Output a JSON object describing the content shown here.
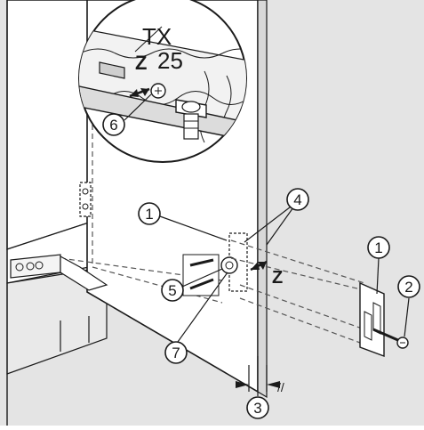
{
  "colors": {
    "background_gray": "#e4e4e4",
    "cabinet_white": "#ffffff",
    "outline": "#1a1a1a",
    "dashed": "#555555"
  },
  "detail_inset": {
    "tool_label_line1": "TX",
    "tool_label_line2": "25",
    "axis_letter": "Z",
    "callout": "6"
  },
  "axis_letter_main": "Z",
  "callouts": [
    {
      "id": "1",
      "label": "1"
    },
    {
      "id": "1b",
      "label": "1"
    },
    {
      "id": "2",
      "label": "2"
    },
    {
      "id": "3",
      "label": "3"
    },
    {
      "id": "4",
      "label": "4"
    },
    {
      "id": "5",
      "label": "5"
    },
    {
      "id": "7",
      "label": "7"
    }
  ],
  "parallel_mark": "//"
}
